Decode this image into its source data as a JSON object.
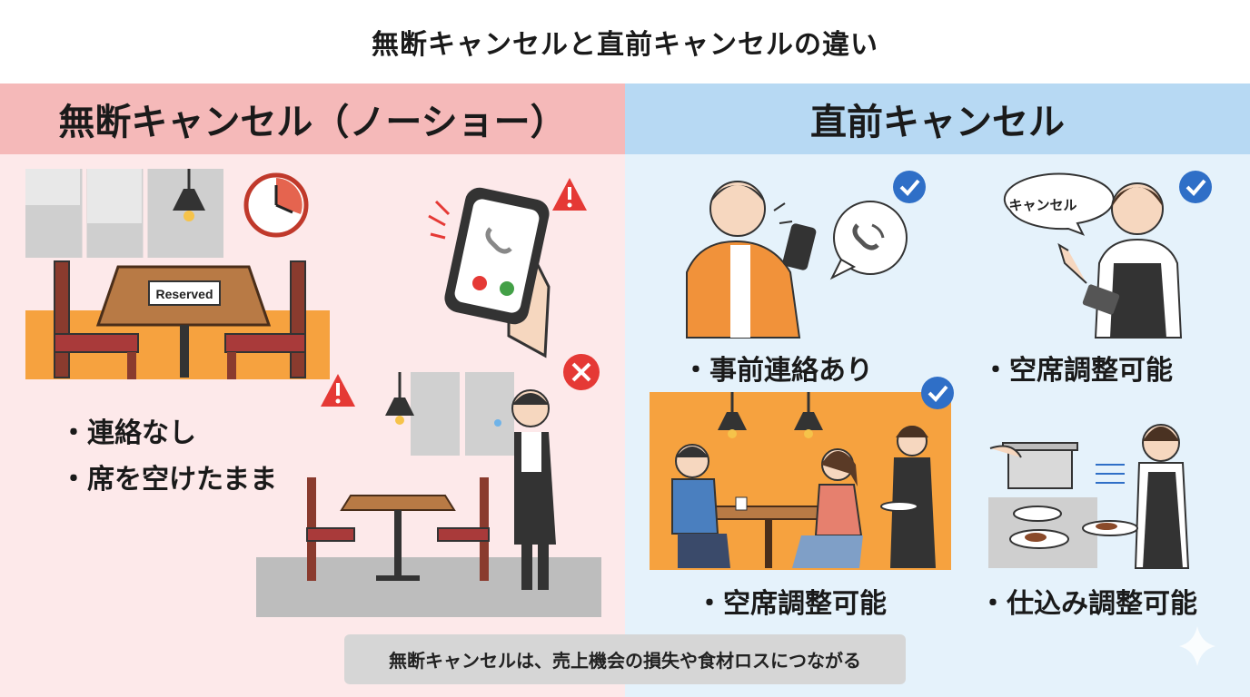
{
  "title": "無断キャンセルと直前キャンセルの違い",
  "left": {
    "header": "無断キャンセル（ノーショー）",
    "sign_text": "Reserved",
    "bullets": [
      "連絡なし",
      "席を空けたまま"
    ],
    "bg_color": "#fde9ea",
    "header_color": "#f5b9b9"
  },
  "right": {
    "header": "直前キャンセル",
    "speech_text": "キャンセル",
    "cards": [
      {
        "label": "事前連絡あり"
      },
      {
        "label": "空席調整可能"
      },
      {
        "label": "空席調整可能"
      },
      {
        "label": "仕込み調整可能"
      }
    ],
    "bg_color": "#e5f2fb",
    "header_color": "#b7d9f3",
    "check_color": "#2f6fc7"
  },
  "footer": "無断キャンセルは、売上機会の損失や食材ロスにつながる",
  "icons": [
    "clock-icon",
    "phone-icon",
    "warning-icon",
    "cross-icon",
    "check-icon",
    "speech-bubble-icon",
    "sparkle-icon"
  ]
}
